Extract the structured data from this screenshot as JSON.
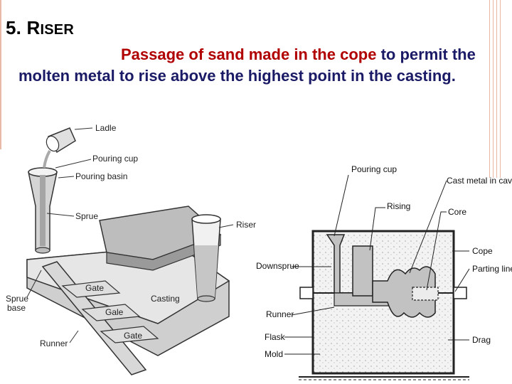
{
  "title": {
    "number": "5. ",
    "first_letter": "R",
    "rest": "ISER"
  },
  "body": {
    "part1": "Passage of sand made in the cope",
    "part2": " to",
    "part3": "permit the molten metal to rise above the highest point in the casting."
  },
  "colors": {
    "title": "#000000",
    "body": "#1a1a66",
    "highlight": "#b00000",
    "accent_rule": "#e8b9a6"
  },
  "left_figure": {
    "labels": {
      "ladle": "Ladle",
      "pouring_cup": "Pouring cup",
      "pouring_basin": "Pouring basin",
      "sprue": "Sprue",
      "riser": "Riser",
      "sprue_base_1": "Sprue",
      "sprue_base_2": "base",
      "gate_1": "Gate",
      "gate_2": "Gale",
      "gate_3": "Gate",
      "casting": "Casting",
      "runner": "Runner"
    }
  },
  "right_figure": {
    "labels": {
      "pouring_cup": "Pouring cup",
      "cast_metal": "Cast metal in cavity",
      "rising": "Rising",
      "core": "Core",
      "downsprue": "Downsprue",
      "cope": "Cope",
      "parting_line": "Parting line",
      "runner": "Runner",
      "flask": "Flask",
      "drag": "Drag",
      "mold": "Mold"
    }
  }
}
